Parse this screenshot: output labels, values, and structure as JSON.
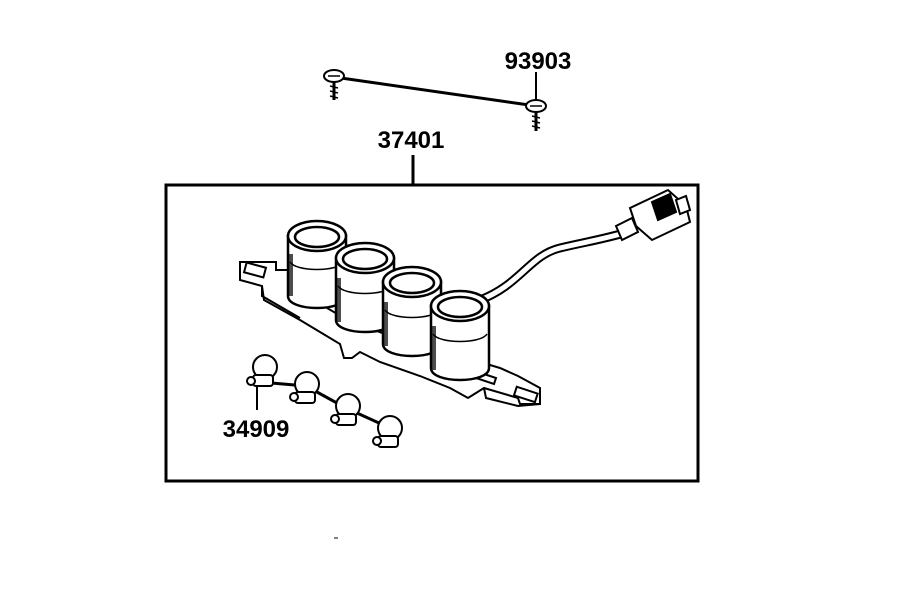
{
  "labels": {
    "screws": "93903",
    "assembly": "37401",
    "bulbs": "34909"
  },
  "colors": {
    "ink": "#000000",
    "paper": "#ffffff",
    "shade": "#d8d8d8"
  }
}
